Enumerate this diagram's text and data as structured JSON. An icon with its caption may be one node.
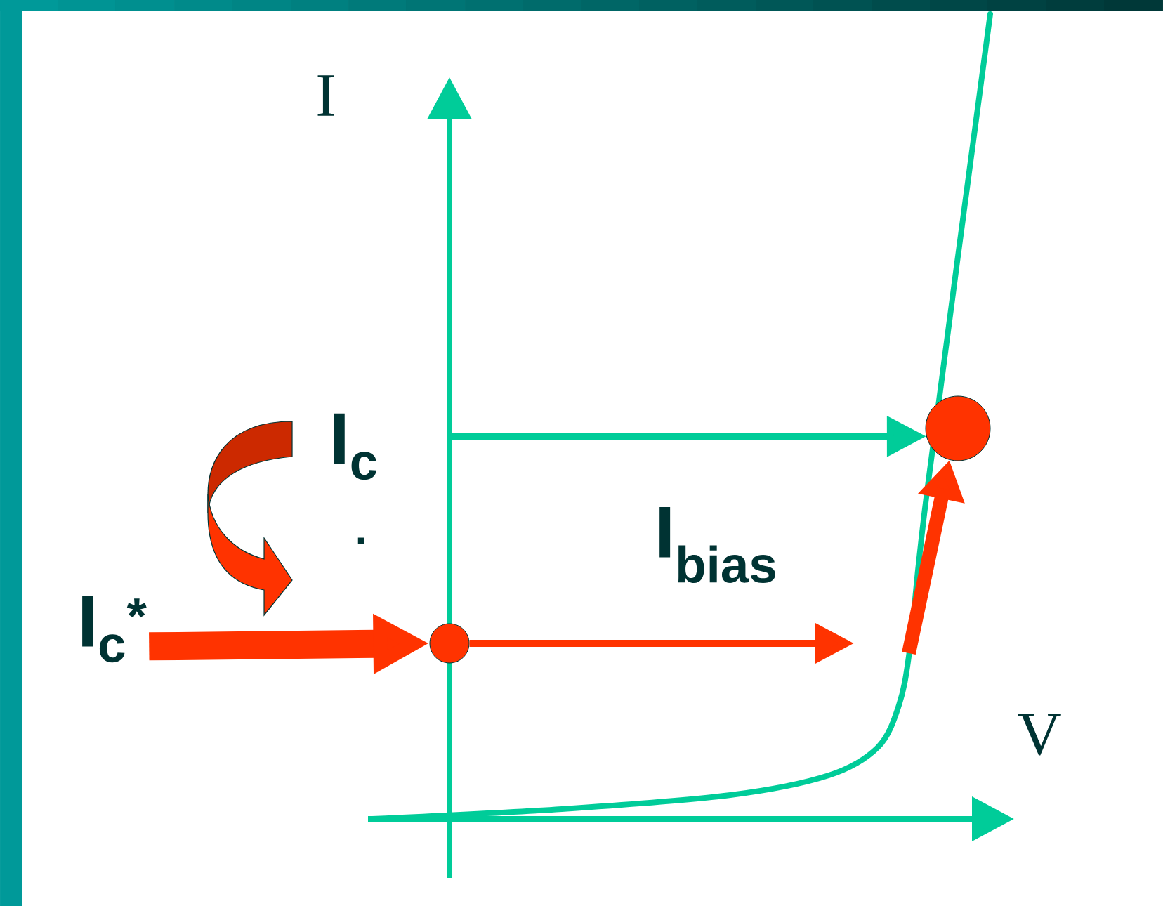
{
  "diagram": {
    "nodes": [
      {
        "text": [],
        "shape": "circle"
      },
      {
        "text": [],
        "shape": "circle"
      },
      {
        "text": [
          "I$_{c}$$^{*}$"
        ]
      }
    ],
    "edges": [
      {
        "from": null,
        "to": 1,
        "arrow": "to",
        "color": "#00cc99"
      },
      {
        "from": 0,
        "to": null,
        "arrow": "to"
      },
      {
        "from": null,
        "to": 1,
        "arrow": "to",
        "style": "thick"
      },
      {
        "from": 2,
        "to": 0,
        "arrow": "to",
        "style": "thick"
      }
    ],
    "labels": [
      "I",
      "V",
      "I$_{c}$",
      ".",
      "I$_{bias}$"
    ]
  }
}
